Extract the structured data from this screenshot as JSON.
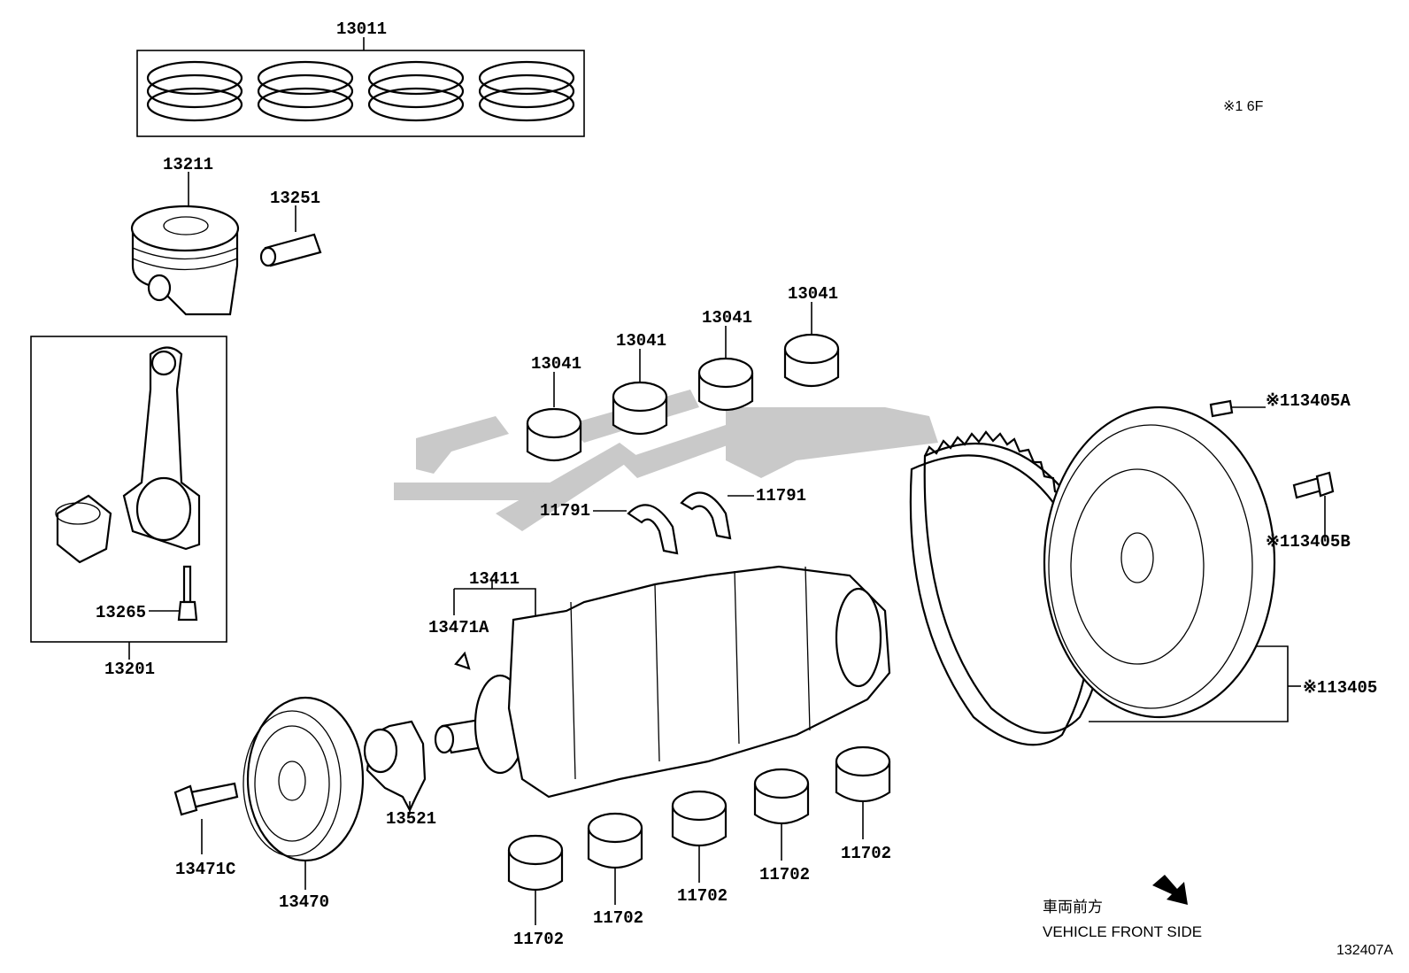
{
  "diagram": {
    "labels": {
      "l13011": "13011",
      "l13211": "13211",
      "l13251": "13251",
      "l13201": "13201",
      "l13265": "13265",
      "l13041a": "13041",
      "l13041b": "13041",
      "l13041c": "13041",
      "l13041d": "13041",
      "l11791a": "11791",
      "l11791b": "11791",
      "l13411": "13411",
      "l13471a": "13471A",
      "l13471c": "13471C",
      "l13470": "13470",
      "l13521": "13521",
      "l11702a": "11702",
      "l11702b": "11702",
      "l11702c": "11702",
      "l11702d": "11702",
      "l11702e": "11702",
      "l13405a": "※113405A",
      "l13405b": "※113405B",
      "l13405": "※113405"
    },
    "note_16f": "※1 6F",
    "front_side_jp": "車両前方",
    "front_side_en": "VEHICLE FRONT SIDE",
    "figure_number": "132407A"
  }
}
